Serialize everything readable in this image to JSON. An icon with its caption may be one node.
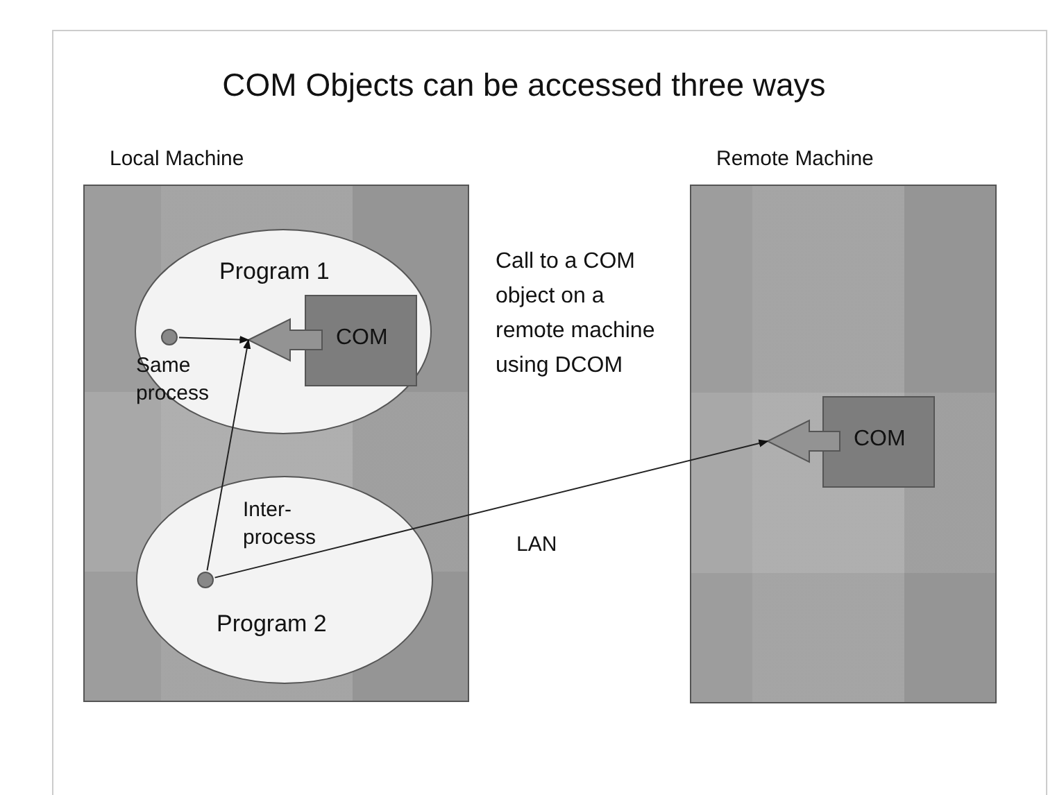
{
  "diagram": {
    "title": "COM Objects can be accessed three ways",
    "nodes": [
      {
        "text": [
          "Local Machine"
        ]
      },
      {
        "text": [
          "Program 1"
        ],
        "in": 0
      },
      {
        "text": [],
        "shape": "circle",
        "in": 1
      },
      {
        "text": [
          "COM"
        ],
        "in": 1
      },
      {
        "text": [
          "Program 2"
        ],
        "in": 0
      },
      {
        "text": [],
        "shape": "circle",
        "in": 4
      },
      {
        "text": [
          "Remote Machine"
        ]
      },
      {
        "text": [
          "COM"
        ],
        "in": 6
      }
    ],
    "edges": [
      {
        "from": 2,
        "to": 3,
        "arrow": "to"
      },
      {
        "from": 5,
        "to": 3,
        "arrow": "to"
      },
      {
        "from": 5,
        "to": 7,
        "arrow": "to"
      }
    ],
    "labels": [
      "Same process",
      "Call to a COM object on a remote machine using DCOM",
      "Inter-process",
      "LAN"
    ]
  }
}
